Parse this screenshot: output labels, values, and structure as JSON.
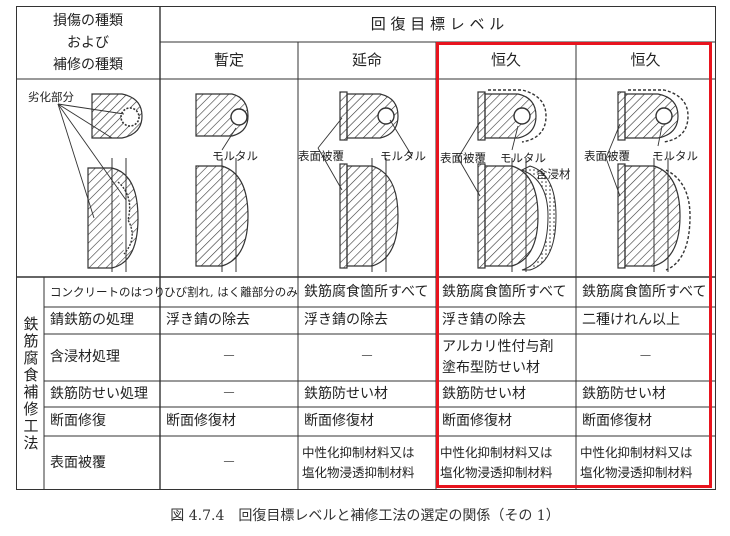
{
  "header": {
    "corner_lines": [
      "損傷の種類",
      "および",
      "補修の種類"
    ],
    "target_level": "回 復 目 標 レ ベ ル",
    "levels": [
      "暫定",
      "延命",
      "恒久",
      "恒久"
    ]
  },
  "drawing_labels": {
    "deteriorated_part": "劣化部分",
    "mortar": "モルタル",
    "surface_coating": "表面被覆",
    "impregnant": "含浸材"
  },
  "side_label": "鉄筋腐食補修工法",
  "rows": [
    {
      "label": "コンクリートのはつり",
      "cells": [
        "ひび割れ, はく離部分のみ",
        "鉄筋腐食箇所すべて",
        "鉄筋腐食箇所すべて",
        "鉄筋腐食箇所すべて"
      ]
    },
    {
      "label": "錆鉄筋の処理",
      "cells": [
        "浮き錆の除去",
        "浮き錆の除去",
        "浮き錆の除去",
        "二種けれん以上"
      ]
    },
    {
      "label": "含浸材処理",
      "cells": [
        "－",
        "－",
        "アルカリ性付与剤\n塗布型防せい材",
        "－"
      ]
    },
    {
      "label": "鉄筋防せい処理",
      "cells": [
        "－",
        "鉄筋防せい材",
        "鉄筋防せい材",
        "鉄筋防せい材"
      ]
    },
    {
      "label": "断面修復",
      "cells": [
        "断面修復材",
        "断面修復材",
        "断面修復材",
        "断面修復材"
      ]
    },
    {
      "label": "表面被覆",
      "cells": [
        "－",
        "中性化抑制材料又は\n塩化物浸透抑制材料",
        "中性化抑制材料又は\n塩化物浸透抑制材料",
        "中性化抑制材料又は\n塩化物浸透抑制材料"
      ]
    }
  ],
  "caption": "図 4.7.4　回復目標レベルと補修工法の選定の関係（その 1）",
  "colors": {
    "highlight": "#e8141e",
    "line": "#333333"
  }
}
